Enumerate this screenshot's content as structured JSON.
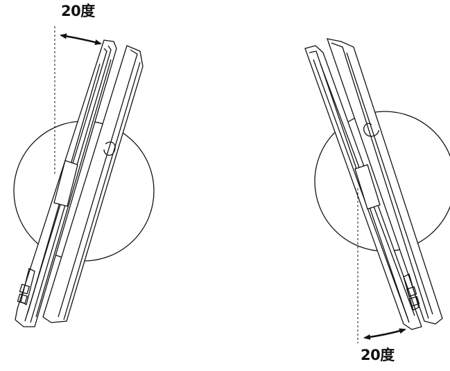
{
  "figures": [
    {
      "id": "left",
      "angle_label": "20度",
      "tilt_direction": "right"
    },
    {
      "id": "right",
      "angle_label": "20度",
      "tilt_direction": "left"
    }
  ],
  "colors": {
    "stroke": "#111111",
    "background": "#ffffff"
  }
}
